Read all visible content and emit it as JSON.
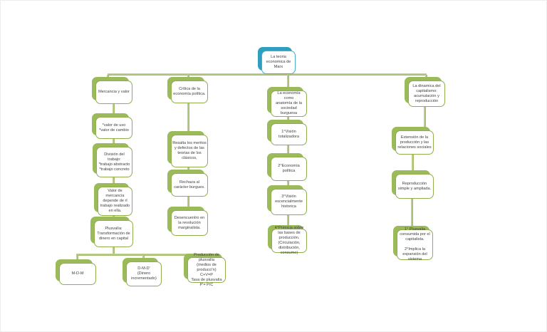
{
  "document_title": "Mapa conceptual: La teoria economica de Marx",
  "colors": {
    "green_fill": "#9bba59",
    "green_border": "#8fae4c",
    "teal_fill": "#2f9ec0",
    "teal_border": "#4bacc6",
    "connector": "#9fba62",
    "connector_highlight": "#c3d39b",
    "text": "#3f3f3f"
  },
  "nodes": {
    "root": {
      "text": "La teoria\neconomica de\nMarx"
    },
    "c1b1": {
      "text": "Mercancia y valor"
    },
    "c1b2": {
      "text": "*valor de uso\n*valor de cambio"
    },
    "c1b3": {
      "text": "División del\ntrabajo:\n*trabajo abstracto\n*trabajo concreto"
    },
    "c1b4": {
      "text": "Valor de\nmercancía\ndepende de rl\ntrabajo realizado\nen ella."
    },
    "c1b5": {
      "text": "Plusvalía:\nTransformación de\ndinero en capital"
    },
    "c1b6": {
      "text": "M-D-M"
    },
    "c1b7": {
      "text": "D-M-D'\n(Dinero\nincrementado)"
    },
    "c1b8": {
      "text": "Producción de\nplusvalía\n(medios de\nproducci'n)\nC+V=P\nTasa de plusvalía\nP'= P/C"
    },
    "c2b1": {
      "text": "Crítica de la\neconomía política."
    },
    "c2b2": {
      "text": "Resalta los meritos\ny defectos de las\nteorias de los\nclásicos,"
    },
    "c2b3": {
      "text": "Rechaza al\ncarácter burgues."
    },
    "c2b4": {
      "text": "Desencuentro en\nla revolución\nmarginalista."
    },
    "c3b1": {
      "text": "La economía como\nanatomía de la\nsociedad burguesa"
    },
    "c3b2": {
      "text": "1°Visión\ntotalizadora"
    },
    "c3b3": {
      "text": "2°Economía\npolítica"
    },
    "c3b4": {
      "text": "3°Visión\nescencialmente\nhistorica"
    },
    "c3b5": {
      "text": "4°Primicia sobre\nlas bases de\nproducción.\n(Circulación,\ndistribución,\nconsumo)"
    },
    "c4b1": {
      "text": "La dinamica del\ncapitalismo:\nacumulación y\nreproducción"
    },
    "c4b2": {
      "text": "Extensión de la\nproducción y las\nrelaciones sociales"
    },
    "c4b3": {
      "text": "Reproducción\nsimple y ampliada."
    },
    "c4b4": {
      "text": "1° Plusvalia\nconsumida por el\ncapitalista.\n\n2°Implica la\nexpansión del\nsistema"
    }
  }
}
